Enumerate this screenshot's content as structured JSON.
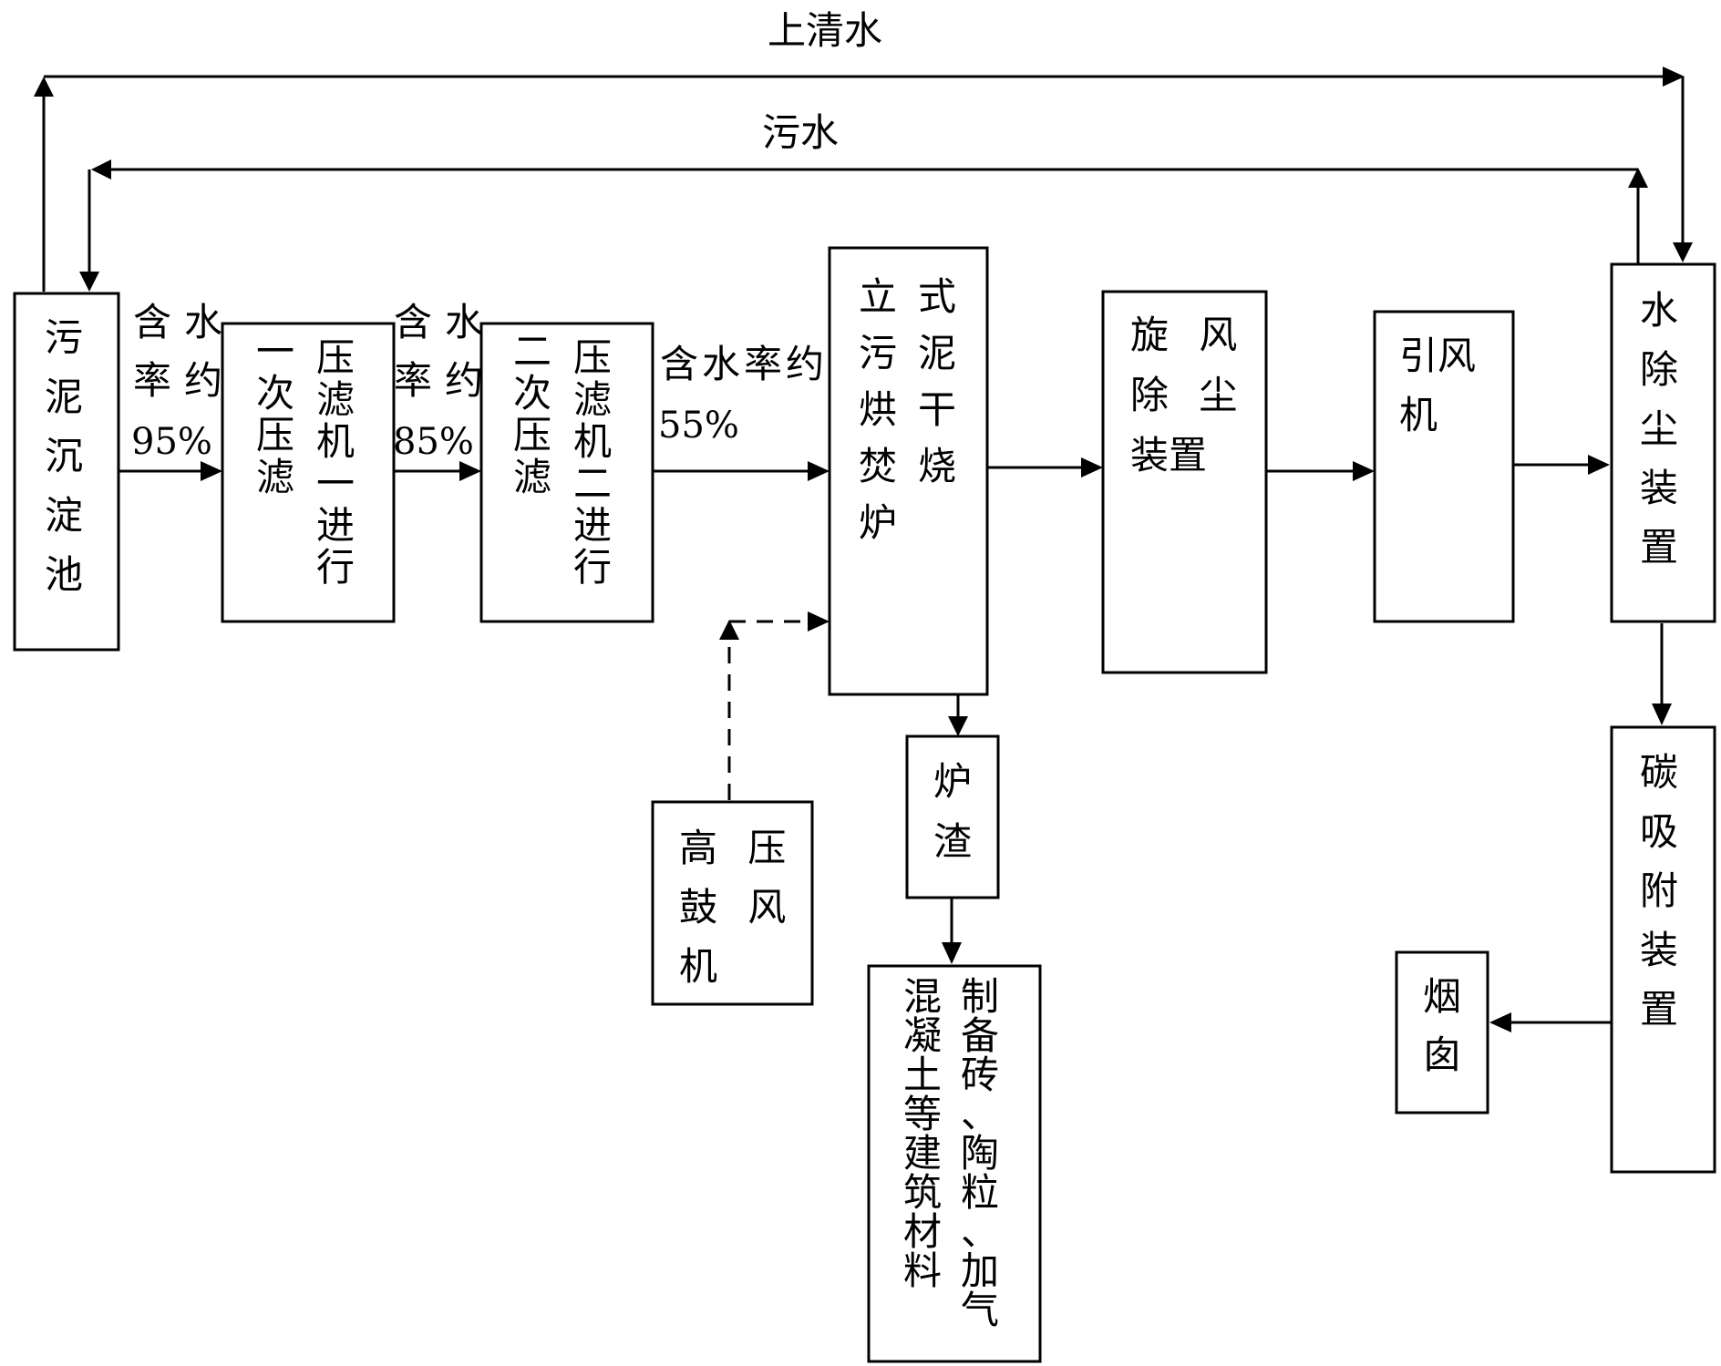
{
  "labels": {
    "clear_water": "上清水",
    "sewage": "污水",
    "moisture_95": [
      "含水",
      "率约",
      "95%"
    ],
    "moisture_85": [
      "含水",
      "率约",
      "85%"
    ],
    "moisture_55": [
      "含水率约",
      "55%"
    ]
  },
  "nodes": {
    "settling_tank": [
      "污",
      "泥",
      "沉",
      "淀",
      "池"
    ],
    "first_filter_press": {
      "left_col": [
        "一",
        "次",
        "压",
        "滤"
      ],
      "right_col": [
        "压",
        "滤",
        "机",
        "一",
        "进",
        "行"
      ]
    },
    "second_filter_press": {
      "left_col": [
        "二",
        "次",
        "压",
        "滤"
      ],
      "right_col": [
        "压",
        "滤",
        "机",
        "二",
        "进",
        "行"
      ]
    },
    "incinerator": {
      "left_col": [
        "立",
        "污",
        "烘",
        "焚",
        "炉"
      ],
      "right_col": [
        "式",
        "泥",
        "干",
        "烧"
      ]
    },
    "cyclone": {
      "rows": [
        "旋 风",
        "除 尘",
        "装置"
      ]
    },
    "induced_fan": {
      "rows": [
        "引风",
        "机"
      ]
    },
    "water_dust": [
      "水",
      "除",
      "尘",
      "装",
      "置"
    ],
    "carbon_adsorb": [
      "碳",
      "吸",
      "附",
      "装",
      "置"
    ],
    "chimney": [
      "烟",
      "囱"
    ],
    "slag": [
      "炉",
      "渣"
    ],
    "blower": {
      "rows": [
        "高 压",
        "鼓 风",
        "机"
      ]
    },
    "building_materials": {
      "left_col": [
        "混",
        "凝",
        "土",
        "等",
        "建",
        "筑",
        "材",
        "料"
      ],
      "right_col": [
        "制",
        "备",
        "砖",
        "、",
        "陶",
        "粒",
        "、",
        "加",
        "气"
      ]
    }
  }
}
